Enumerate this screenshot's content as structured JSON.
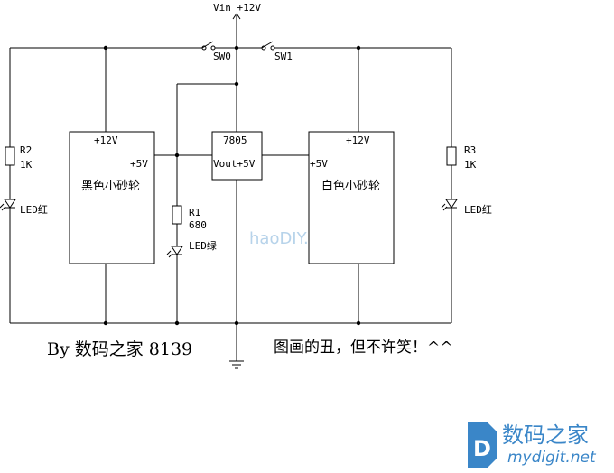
{
  "power": {
    "vin": "Vin +12V"
  },
  "switches": {
    "sw0": "SW0",
    "sw1": "SW1"
  },
  "regulator": {
    "name": "7805",
    "vout": "Vout+5V"
  },
  "left_module": {
    "name": "黑色小砂轮",
    "vin": "+12V",
    "v5": "+5V"
  },
  "right_module": {
    "name": "白色小砂轮",
    "vin": "+12V",
    "v5": "+5V"
  },
  "resistors": {
    "r2": {
      "ref": "R2",
      "value": "1K"
    },
    "r1": {
      "ref": "R1",
      "value": "680"
    },
    "r3": {
      "ref": "R3",
      "value": "1K"
    }
  },
  "leds": {
    "left": "LED红",
    "middle": "LED绿",
    "right": "LED红"
  },
  "captions": {
    "author": "By 数码之家 8139",
    "remark": "图画的丑，但不许笑！^^"
  },
  "watermark": "haoDIY.net",
  "brand": {
    "cn": "数码之家",
    "en": "mydigit.net",
    "color": "#3a86c8"
  }
}
